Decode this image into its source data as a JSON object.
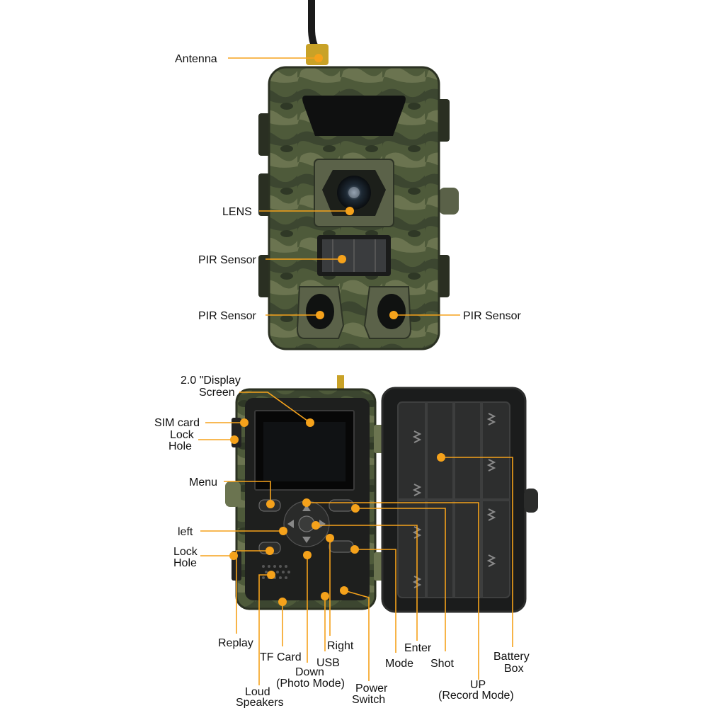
{
  "accent_color": "#f5a21b",
  "top_view": {
    "antenna": "Antenna",
    "lens": "LENS",
    "pir_center": "PIR Sensor",
    "pir_left": "PIR Sensor",
    "pir_right": "PIR Sensor"
  },
  "bottom_view": {
    "display_line1": "2.0 \"Display",
    "display_line2": "Screen",
    "sim_line1": "SIM card",
    "lock_top_line1": "Lock",
    "lock_top_line2": "Hole",
    "menu": "Menu",
    "left": "left",
    "lock_bottom_line1": "Lock",
    "lock_bottom_line2": "Hole",
    "replay": "Replay",
    "tf_card": "TF Card",
    "usb": "USB",
    "right": "Right",
    "down_line1": "Down",
    "down_line2": "(Photo Mode)",
    "loud_line1": "Loud",
    "loud_line2": "Speakers",
    "power_line1": "Power",
    "power_line2": "Switch",
    "mode": "Mode",
    "enter": "Enter",
    "shot": "Shot",
    "up_line1": "UP",
    "up_line2": "(Record Mode)",
    "battery_line1": "Battery",
    "battery_line2": "Box"
  }
}
